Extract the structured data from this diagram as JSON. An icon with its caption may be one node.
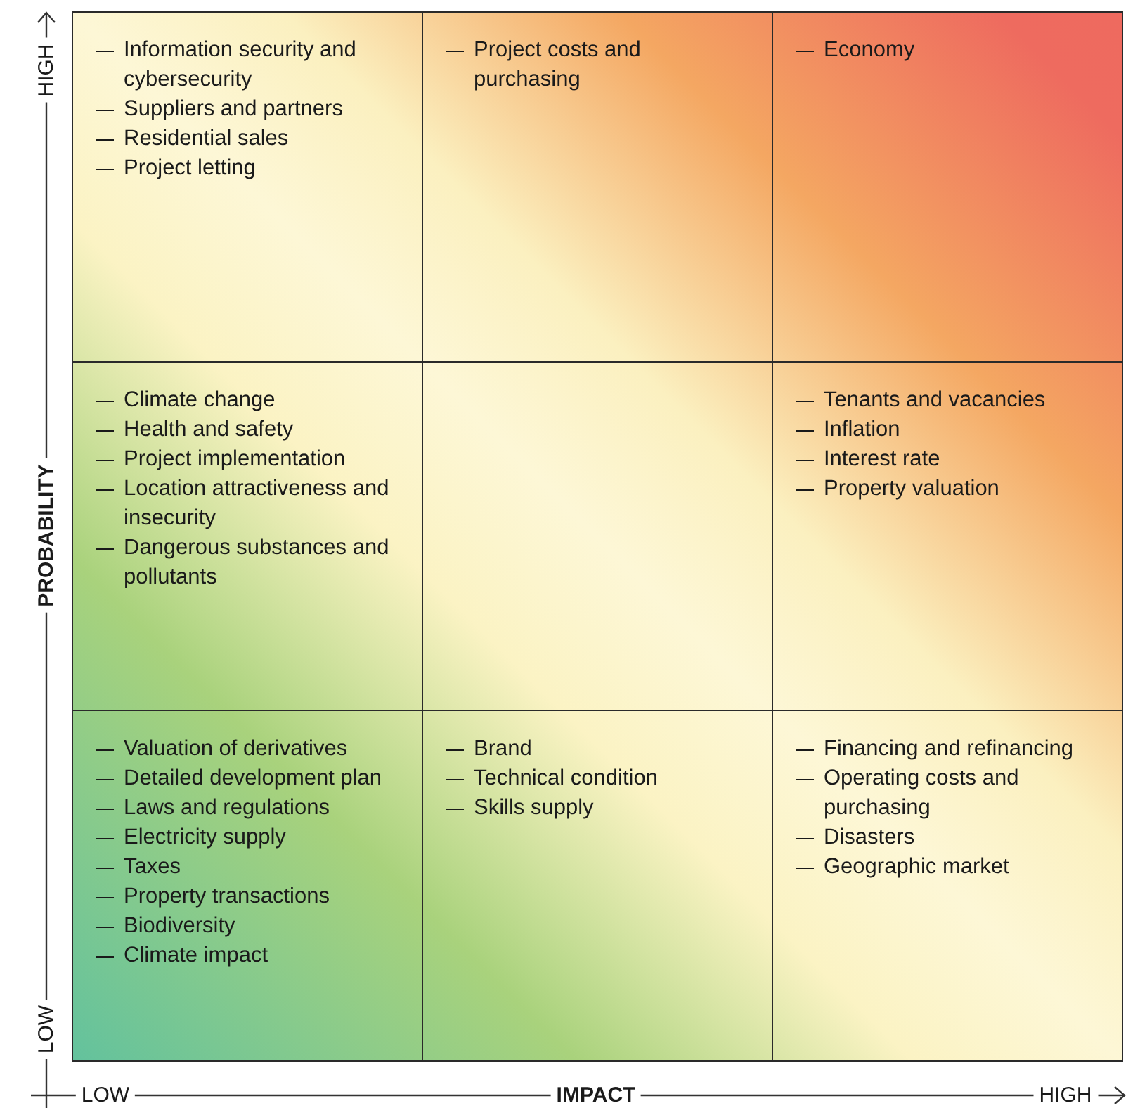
{
  "diagram": {
    "nodes": [
      {
        "text": [
          "Information security and cybersecurity",
          "Suppliers and partners",
          "Residential sales",
          "Project letting"
        ]
      },
      {
        "text": [
          "Project costs and purchasing"
        ]
      },
      {
        "text": [
          "Economy"
        ]
      },
      {
        "text": [
          "Climate change",
          "Health and safety",
          "Project implementation",
          "Location attractiveness and insecurity",
          "Dangerous substances and pollutants"
        ]
      },
      {
        "text": [],
        "shape": "box"
      },
      {
        "text": [
          "Tenants and vacancies",
          "Inflation",
          "Interest rate",
          "Property valuation"
        ]
      },
      {
        "text": [
          "Valuation of derivatives",
          "Detailed development plan",
          "Laws and regulations",
          "Electricity supply",
          "Taxes",
          "Property transactions",
          "Biodiversity",
          "Climate impact"
        ]
      },
      {
        "text": [
          "Brand",
          "Technical condition",
          "Skills supply"
        ]
      },
      {
        "text": [
          "Financing and refinancing",
          "Operating costs and purchasing",
          "Disasters",
          "Geographic market"
        ]
      }
    ],
    "labels": [
      "HIGH",
      "PROBABILITY",
      "LOW",
      "LOW",
      "IMPACT",
      "HIGH"
    ]
  }
}
